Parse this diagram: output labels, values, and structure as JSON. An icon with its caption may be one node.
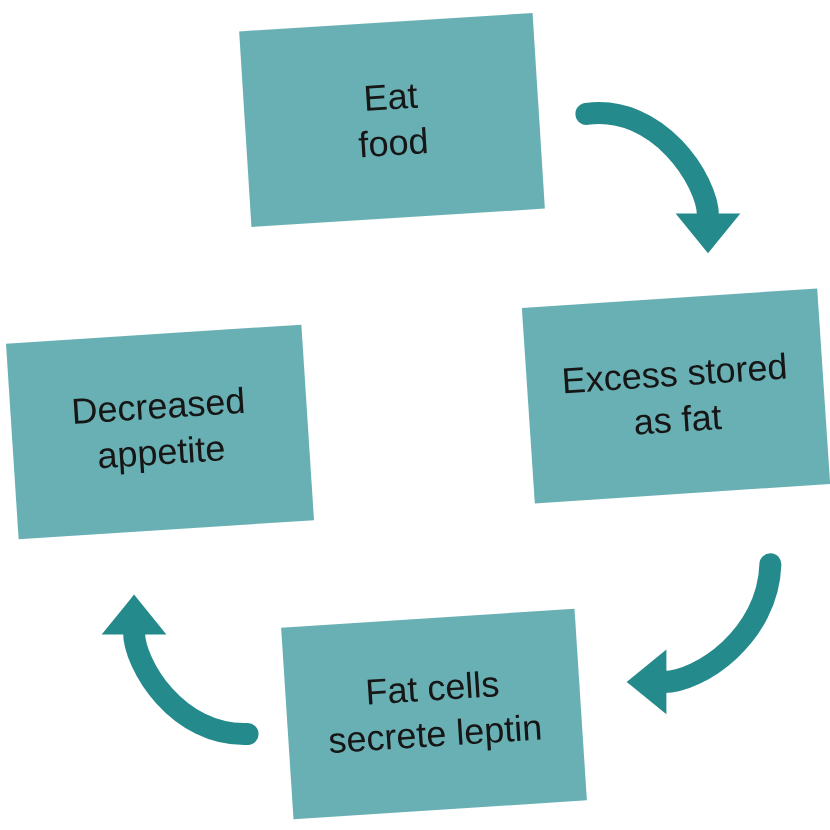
{
  "diagram": {
    "nodes": [
      {
        "text": [
          "Eat food"
        ]
      },
      {
        "text": [
          "Decreased appetite"
        ]
      },
      {
        "text": [
          "Excess stored as fat"
        ]
      },
      {
        "text": [
          "Fat cells secrete leptin"
        ]
      }
    ],
    "edges": [
      {
        "from": 0,
        "to": 2,
        "arrow": "to"
      },
      {
        "from": 2,
        "to": 3,
        "arrow": "to"
      },
      {
        "from": 3,
        "to": 1,
        "arrow": "to"
      }
    ]
  }
}
